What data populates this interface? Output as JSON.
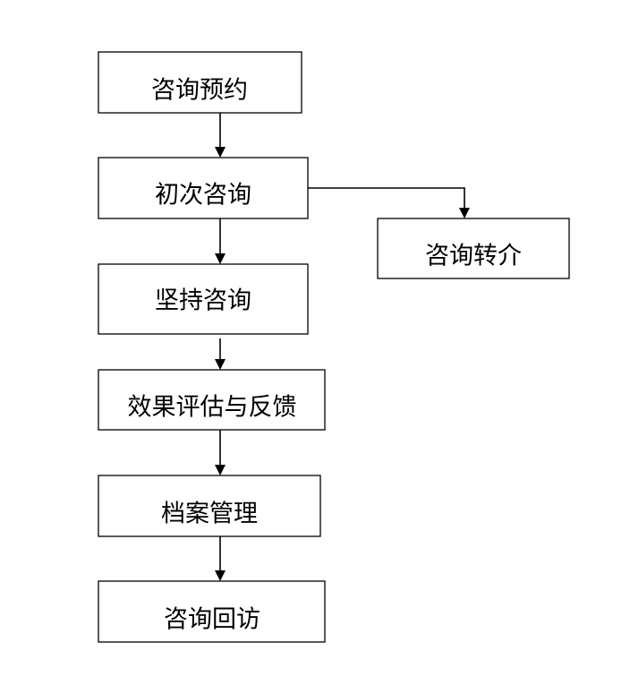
{
  "flowchart": {
    "nodes": {
      "appointment": "咨询预约",
      "first_consultation": "初次咨询",
      "referral": "咨询转介",
      "continued_consultation": "坚持咨询",
      "evaluation_feedback": "效果评估与反馈",
      "archive_management": "档案管理",
      "follow_up": "咨询回访"
    },
    "edges": [
      {
        "from": "咨询预约",
        "to": "初次咨询"
      },
      {
        "from": "初次咨询",
        "to": "咨询转介"
      },
      {
        "from": "初次咨询",
        "to": "坚持咨询"
      },
      {
        "from": "坚持咨询",
        "to": "效果评估与反馈"
      },
      {
        "from": "效果评估与反馈",
        "to": "档案管理"
      },
      {
        "from": "档案管理",
        "to": "咨询回访"
      }
    ]
  }
}
